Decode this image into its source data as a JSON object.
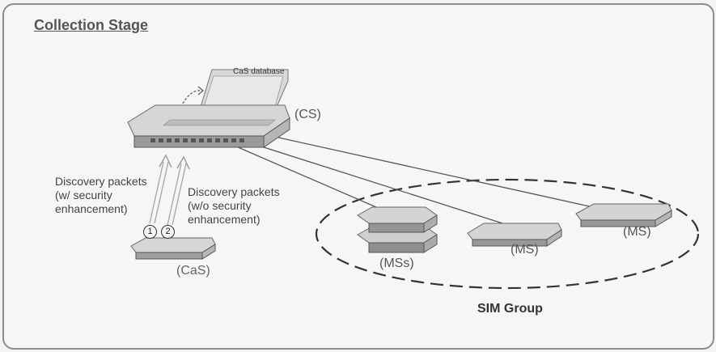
{
  "title": "Collection Stage",
  "nodes": {
    "cs": "(CS)",
    "cas_database": "CaS database",
    "cas": "(CaS)",
    "ms_group_stack": "(MSs)",
    "ms_middle": "(MS)",
    "ms_right": "(MS)"
  },
  "packets": {
    "with_security": [
      "Discovery packets",
      "(w/ security",
      "enhancement)"
    ],
    "without_security": [
      "Discovery packets",
      "(w/o security",
      "enhancement)"
    ],
    "step_1": "1",
    "step_2": "2"
  },
  "group": {
    "label": "SIM Group"
  }
}
